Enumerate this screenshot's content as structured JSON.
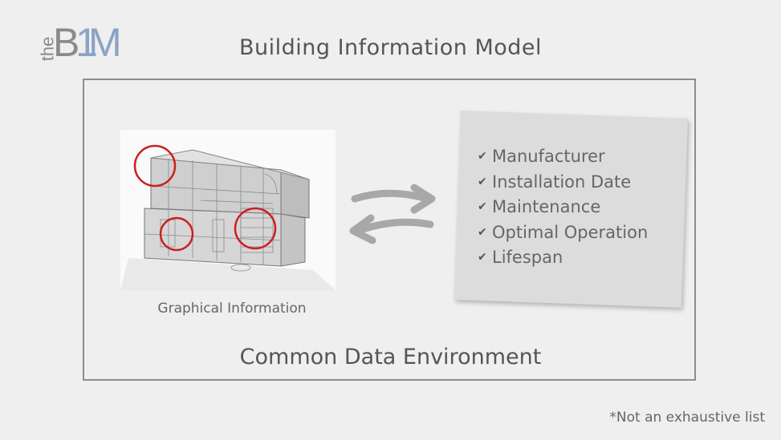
{
  "logo": {
    "the": "the",
    "b": "B",
    "one": "1",
    "m": "M"
  },
  "title": "Building Information Model",
  "graphical_label": "Graphical Information",
  "cde_label": "Common Data Environment",
  "list_items": [
    "Manufacturer",
    "Installation Date",
    "Maintenance",
    "Optimal Operation",
    "Lifespan"
  ],
  "footnote": "*Not an exhaustive list",
  "colors": {
    "highlight_circle": "#cc1f1f",
    "logo_accent": "#8ba3c7",
    "card": "#dcdcdc"
  },
  "icons": {
    "list_marker": "check-icon",
    "exchange": "bidirectional-arrows-icon"
  }
}
